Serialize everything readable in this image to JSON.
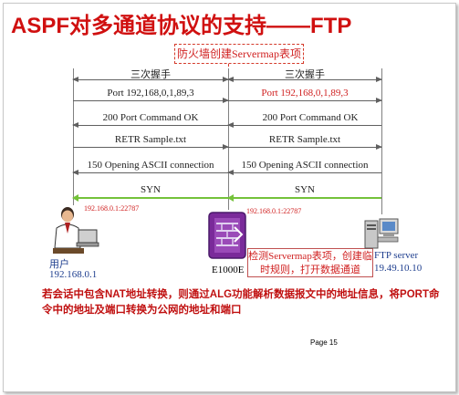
{
  "title": "ASPF对多通道协议的支持——FTP",
  "callout": "防火墙创建Servermap表项",
  "left_messages": [
    {
      "label": "三次握手",
      "direction": "both"
    },
    {
      "label": "Port 192,168,0,1,89,3",
      "direction": "right"
    },
    {
      "label": "200 Port Command OK",
      "direction": "left"
    },
    {
      "label": "RETR Sample.txt",
      "direction": "right"
    },
    {
      "label": "150 Opening ASCII connection",
      "direction": "left"
    },
    {
      "label": "SYN",
      "direction": "left"
    }
  ],
  "right_messages": [
    {
      "label": "三次握手",
      "direction": "both"
    },
    {
      "label": "Port 192,168,0,1,89,3",
      "direction": "right"
    },
    {
      "label": "200 Port Command OK",
      "direction": "left"
    },
    {
      "label": "RETR Sample.txt",
      "direction": "right"
    },
    {
      "label": "150 Opening ASCII connection",
      "direction": "left"
    },
    {
      "label": "SYN",
      "direction": "left"
    }
  ],
  "ip_left": "192.168.0.1:22787",
  "ip_right": "192.168.0.1:22787",
  "user": {
    "label": "用户",
    "ip": "192.168.0.1"
  },
  "firewall": {
    "label": "E1000E"
  },
  "server": {
    "label": "FTP server",
    "ip": "19.49.10.10"
  },
  "detect_box": "检测Servermap表项，创建临时规则，打开数据通道",
  "note": "若会话中包含NAT地址转换，则通过ALG功能解析数据报文中的地址信息，将PORT命令中的地址及端口转换为公网的地址和端口",
  "page": "Page 15",
  "colors": {
    "title": "#d01010",
    "highlight": "#d02020",
    "syn_arrow": "#74c23a",
    "node_text": "#1f3f8f"
  }
}
